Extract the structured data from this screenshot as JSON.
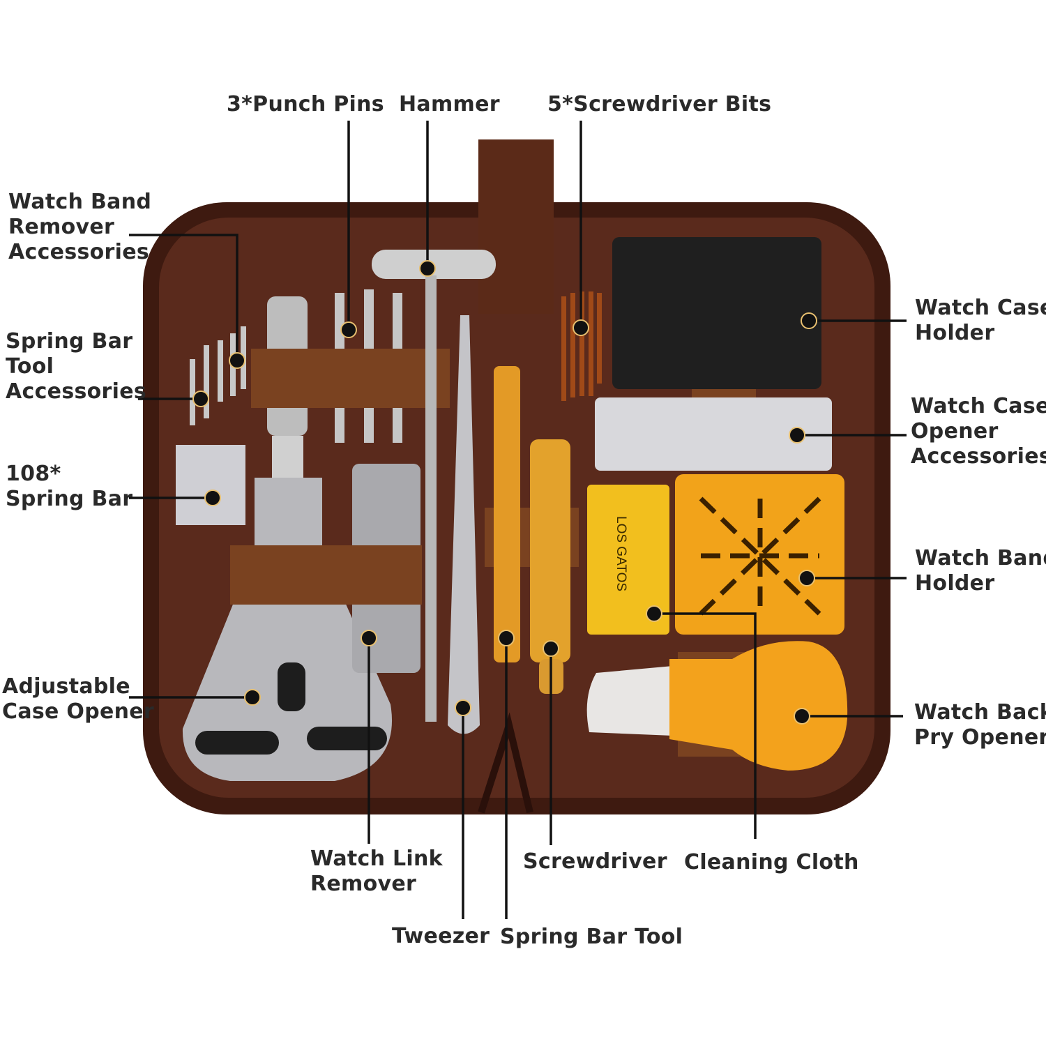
{
  "title": "Watch Repair Tool Kit",
  "colors": {
    "case": "#4a1f12",
    "case_inner": "#5a2a1a",
    "strap": "#7a4220",
    "accent_orange": "#f2a31a",
    "label_text": "#2a2a2a"
  },
  "labels": {
    "punch_pins": "3*Punch Pins",
    "hammer": "Hammer",
    "screwdriver_bits": "5*Screwdriver Bits",
    "band_remover_acc": "Watch Band\nRemover\nAccessories",
    "spring_bar_tool_acc": "Spring Bar\nTool\nAccessories",
    "spring_bar": "108*\nSpring Bar",
    "adjustable_case_opener": "Adjustable\nCase Opener",
    "watch_case_holder": "Watch Case\nHolder",
    "case_opener_acc": "Watch Case\nOpener\nAccessories",
    "watch_band_holder": "Watch Band\nHolder",
    "back_pry_opener": "Watch Back\nPry Opener",
    "link_remover": "Watch Link\nRemover",
    "screwdriver": "Screwdriver",
    "cleaning_cloth": "Cleaning Cloth",
    "tweezer": "Tweezer",
    "spring_bar_tool": "Spring Bar Tool"
  },
  "cloth_brand": "LOS GATOS"
}
